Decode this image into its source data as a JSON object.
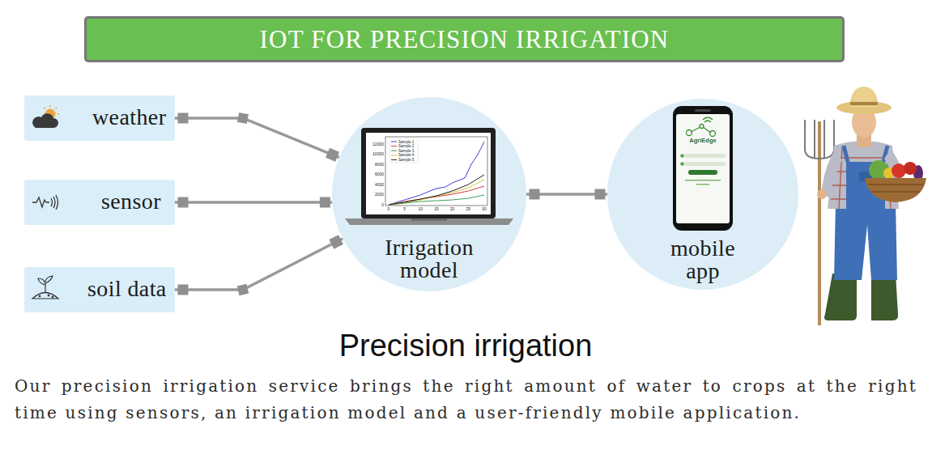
{
  "diagram": {
    "title": "IOT FOR PRECISION IRRIGATION",
    "caption": "Our precision irrigation service brings the right amount of water to crops at the right time using sensors, an irrigation model and a user-friendly mobile application.",
    "nodes": [
      {
        "text": [
          "weather"
        ]
      },
      {
        "text": [
          "sensor"
        ]
      },
      {
        "text": [
          "soil data"
        ]
      },
      {
        "text": [
          "Irrigation model"
        ]
      },
      {
        "text": [
          "mobile app"
        ]
      }
    ],
    "edges": [
      {
        "from": 0,
        "to": 3,
        "arrow": "none"
      },
      {
        "from": 1,
        "to": 3,
        "arrow": "none"
      },
      {
        "from": 2,
        "to": 3,
        "arrow": "none"
      },
      {
        "from": 3,
        "to": 4,
        "arrow": "none"
      }
    ],
    "labels": [
      "Precision irrigation",
      "0",
      "5",
      "10",
      "15",
      "20",
      "25",
      "30",
      "0",
      "2000",
      "4000",
      "6000",
      "8000",
      "10000",
      "12000",
      "AgriEdge"
    ],
    "legend": [
      {
        "text": "Sample 1"
      },
      {
        "text": "Sample 2"
      },
      {
        "text": "Sample 3"
      },
      {
        "text": "Sample 4"
      },
      {
        "text": "Sample 5"
      }
    ]
  }
}
